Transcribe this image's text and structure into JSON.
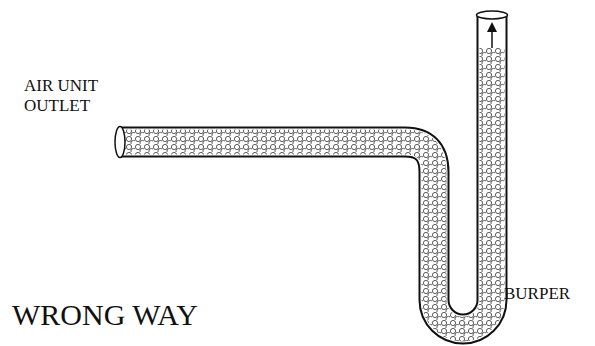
{
  "diagram": {
    "caption": "WRONG WAY",
    "labels": [
      "AIR UNIT OUTLET",
      "BURPER"
    ]
  }
}
